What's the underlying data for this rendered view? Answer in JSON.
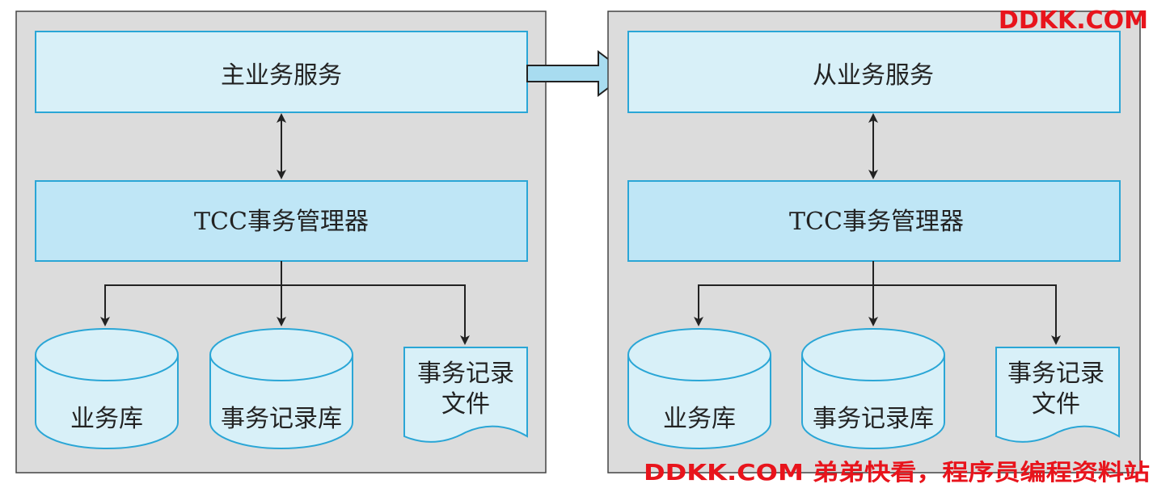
{
  "watermark_top": "DDKK.COM",
  "watermark_bottom": "DDKK.COM 弟弟快看，程序员编程资料站",
  "left": {
    "service": "主业务服务",
    "tcc": "TCC事务管理器",
    "db1": "业务库",
    "db2": "事务记录库",
    "file_line1": "事务记录",
    "file_line2": "文件"
  },
  "right": {
    "service": "从业务服务",
    "tcc": "TCC事务管理器",
    "db1": "业务库",
    "db2": "事务记录库",
    "file_line1": "事务记录",
    "file_line2": "文件"
  },
  "colors": {
    "panel_bg": "#dcdcdc",
    "service_box": "#d8f0f8",
    "tcc_box": "#bfe6f6",
    "shape_fill": "#d8f0f8",
    "stroke": "#2aa6d6",
    "arrow_fill": "#a8dcf0"
  }
}
